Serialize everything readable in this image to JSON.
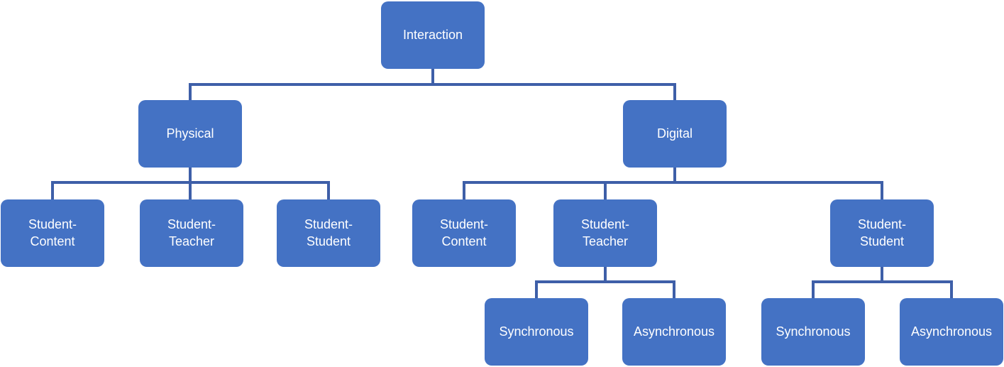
{
  "diagram": {
    "title": "Interaction hierarchy diagram",
    "type": "hierarchy-tree",
    "levels": 4
  },
  "colors": {
    "node_fill": "#4472C4",
    "node_text": "#FFFFFF",
    "connector": "#3E5FA8",
    "background": "#FFFFFF"
  },
  "nodes": {
    "interaction": {
      "label": "Interaction"
    },
    "physical": {
      "label": "Physical"
    },
    "digital": {
      "label": "Digital"
    },
    "physical_student_content": {
      "label": "Student-\nContent"
    },
    "physical_student_teacher": {
      "label": "Student-\nTeacher"
    },
    "physical_student_student": {
      "label": "Student-\nStudent"
    },
    "digital_student_content": {
      "label": "Student-\nContent"
    },
    "digital_student_teacher": {
      "label": "Student-\nTeacher"
    },
    "digital_student_student": {
      "label": "Student-\nStudent"
    },
    "digital_teacher_synchronous": {
      "label": "Synchronous"
    },
    "digital_teacher_asynchronous": {
      "label": "Asynchronous"
    },
    "digital_student_synchronous": {
      "label": "Synchronous"
    },
    "digital_student_asynchronous": {
      "label": "Asynchronous"
    }
  },
  "hierarchy": {
    "interaction": [
      "physical",
      "digital"
    ],
    "physical": [
      "physical_student_content",
      "physical_student_teacher",
      "physical_student_student"
    ],
    "digital": [
      "digital_student_content",
      "digital_student_teacher",
      "digital_student_student"
    ],
    "digital_student_teacher": [
      "digital_teacher_synchronous",
      "digital_teacher_asynchronous"
    ],
    "digital_student_student": [
      "digital_student_synchronous",
      "digital_student_asynchronous"
    ]
  }
}
